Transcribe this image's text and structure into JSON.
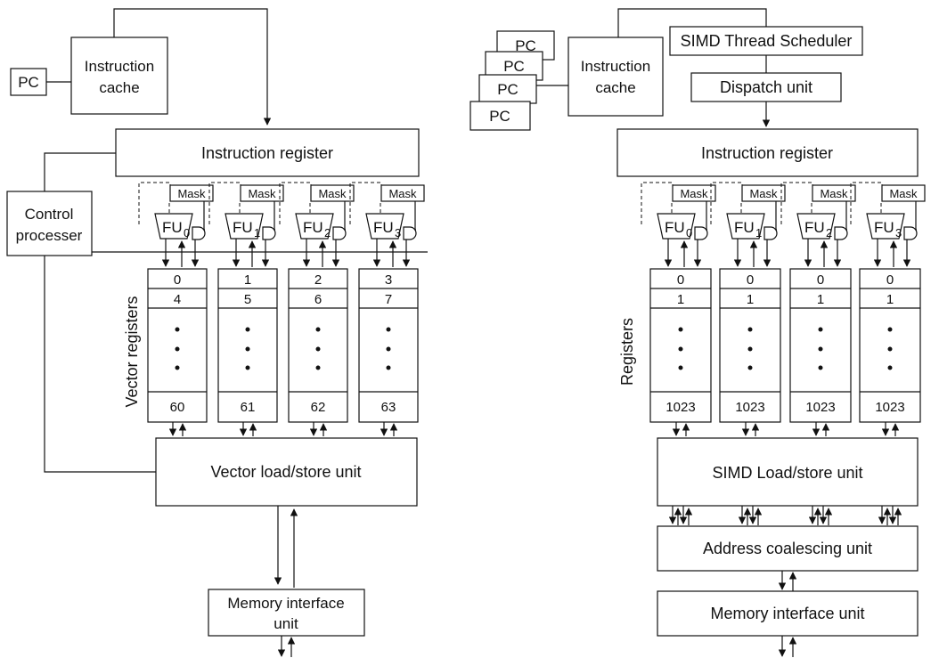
{
  "left": {
    "pc": "PC",
    "icache_line1": "Instruction",
    "icache_line2": "cache",
    "instr_reg": "Instruction register",
    "ctrl_line1": "Control",
    "ctrl_line2": "processer",
    "regs_label": "Vector registers",
    "mask": "Mask",
    "fu": "FU",
    "fu_subs": [
      "0",
      "1",
      "2",
      "3"
    ],
    "lanes": [
      {
        "r1": "0",
        "r2": "4",
        "last": "60"
      },
      {
        "r1": "1",
        "r2": "5",
        "last": "61"
      },
      {
        "r1": "2",
        "r2": "6",
        "last": "62"
      },
      {
        "r1": "3",
        "r2": "7",
        "last": "63"
      }
    ],
    "ldst": "Vector load/store unit",
    "mem_line1": "Memory interface",
    "mem_line2": "unit"
  },
  "right": {
    "pcs": [
      "PC",
      "PC",
      "PC",
      "PC"
    ],
    "icache_line1": "Instruction",
    "icache_line2": "cache",
    "scheduler": "SIMD Thread Scheduler",
    "dispatch": "Dispatch unit",
    "instr_reg": "Instruction register",
    "regs_label": "Registers",
    "mask": "Mask",
    "fu": "FU",
    "fu_subs": [
      "0",
      "1",
      "2",
      "3"
    ],
    "lanes": [
      {
        "r1": "0",
        "r2": "1",
        "last": "1023"
      },
      {
        "r1": "0",
        "r2": "1",
        "last": "1023"
      },
      {
        "r1": "0",
        "r2": "1",
        "last": "1023"
      },
      {
        "r1": "0",
        "r2": "1",
        "last": "1023"
      }
    ],
    "ldst": "SIMD Load/store unit",
    "coalesce": "Address coalescing unit",
    "mem": "Memory interface unit"
  }
}
